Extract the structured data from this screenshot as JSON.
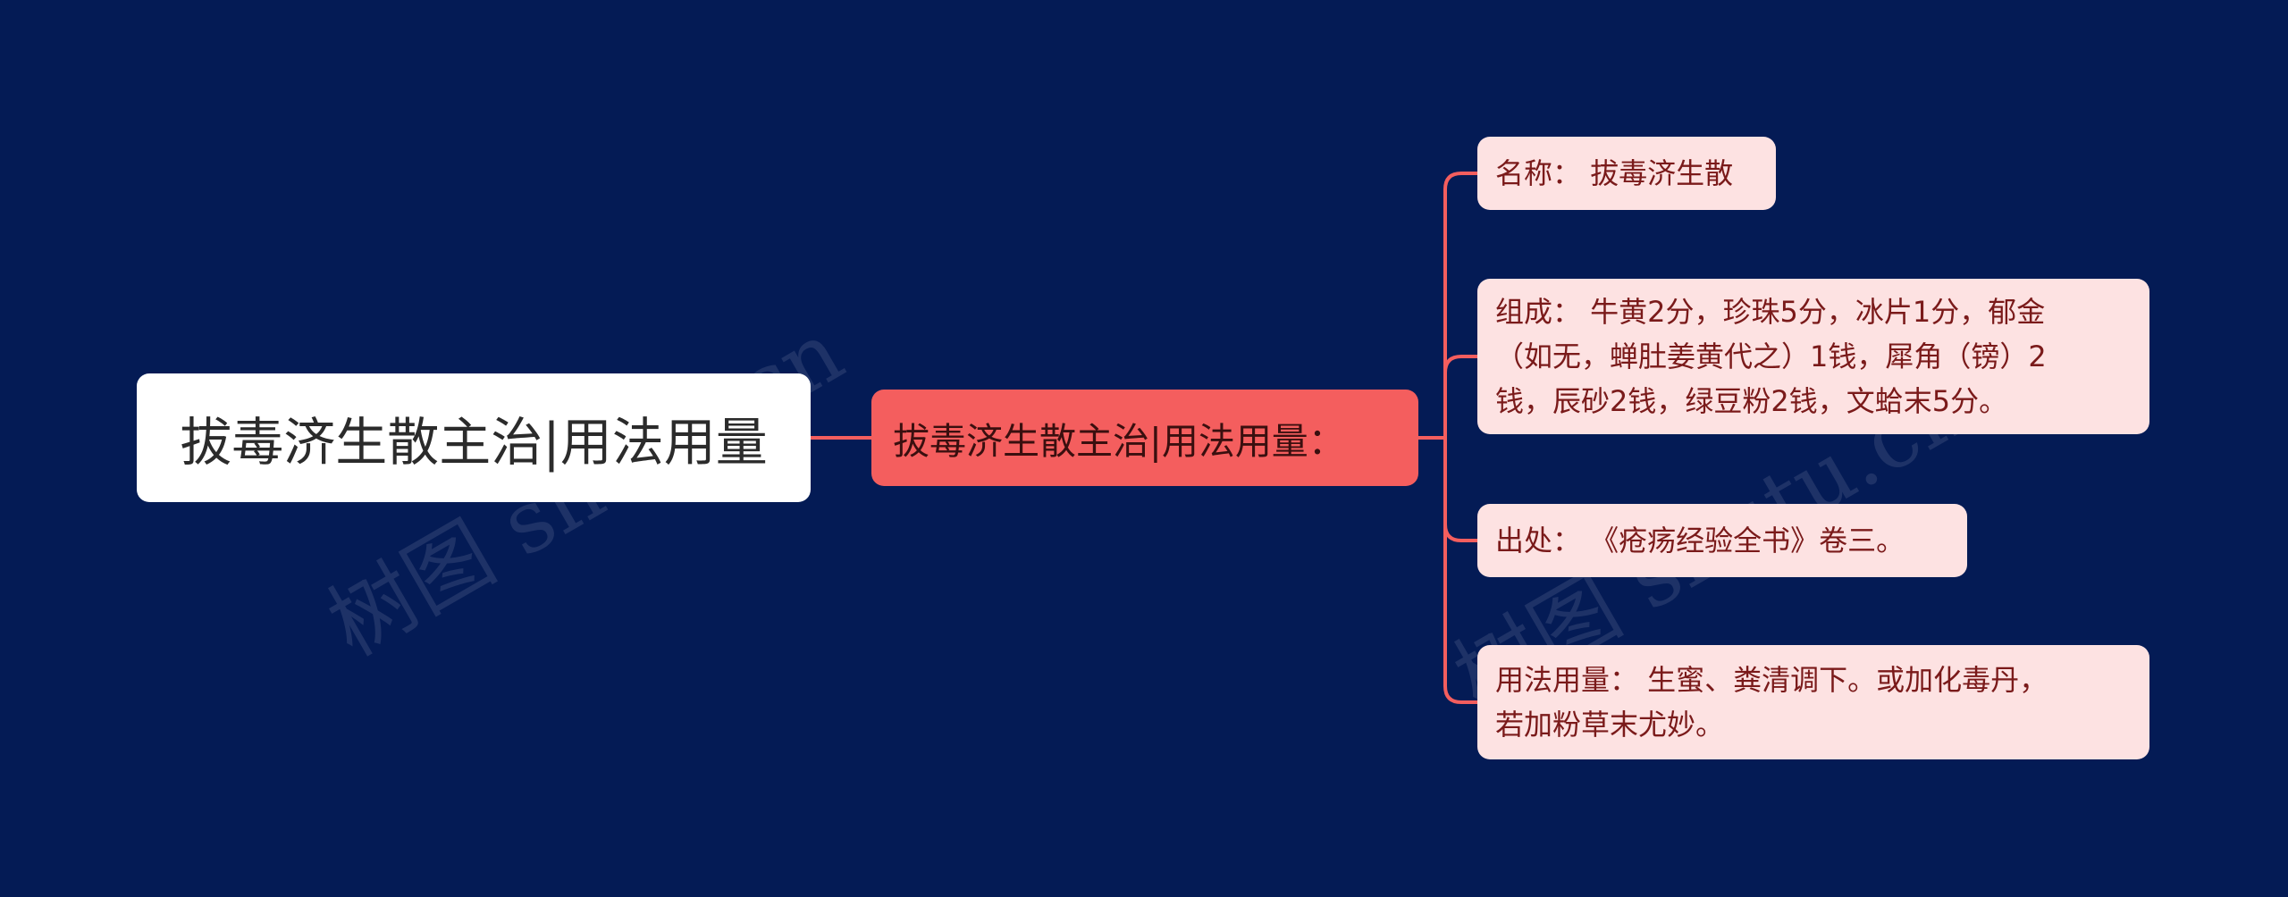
{
  "root": {
    "label": "拔毒济生散主治|用法用量"
  },
  "branch": {
    "label": "拔毒济生散主治|用法用量："
  },
  "leaves": [
    {
      "lines": [
        "名称： 拔毒济生散"
      ]
    },
    {
      "lines": [
        "组成： 牛黄2分，珍珠5分，冰片1分，郁金",
        "（如无，蝉肚姜黄代之）1钱，犀角（镑）2",
        "钱，辰砂2钱，绿豆粉2钱，文蛤末5分。"
      ]
    },
    {
      "lines": [
        "出处： 《疮疡经验全书》卷三。"
      ]
    },
    {
      "lines": [
        "用法用量： 生蜜、粪清调下。或加化毒丹，",
        "若加粉草末尤妙。"
      ]
    }
  ],
  "watermark": "树图 shutu.cn",
  "colors": {
    "background": "#041b55",
    "root_fill": "#ffffff",
    "branch_fill": "#f45e5e",
    "leaf_fill": "#fde2e2",
    "connector": "#f45e5e"
  }
}
